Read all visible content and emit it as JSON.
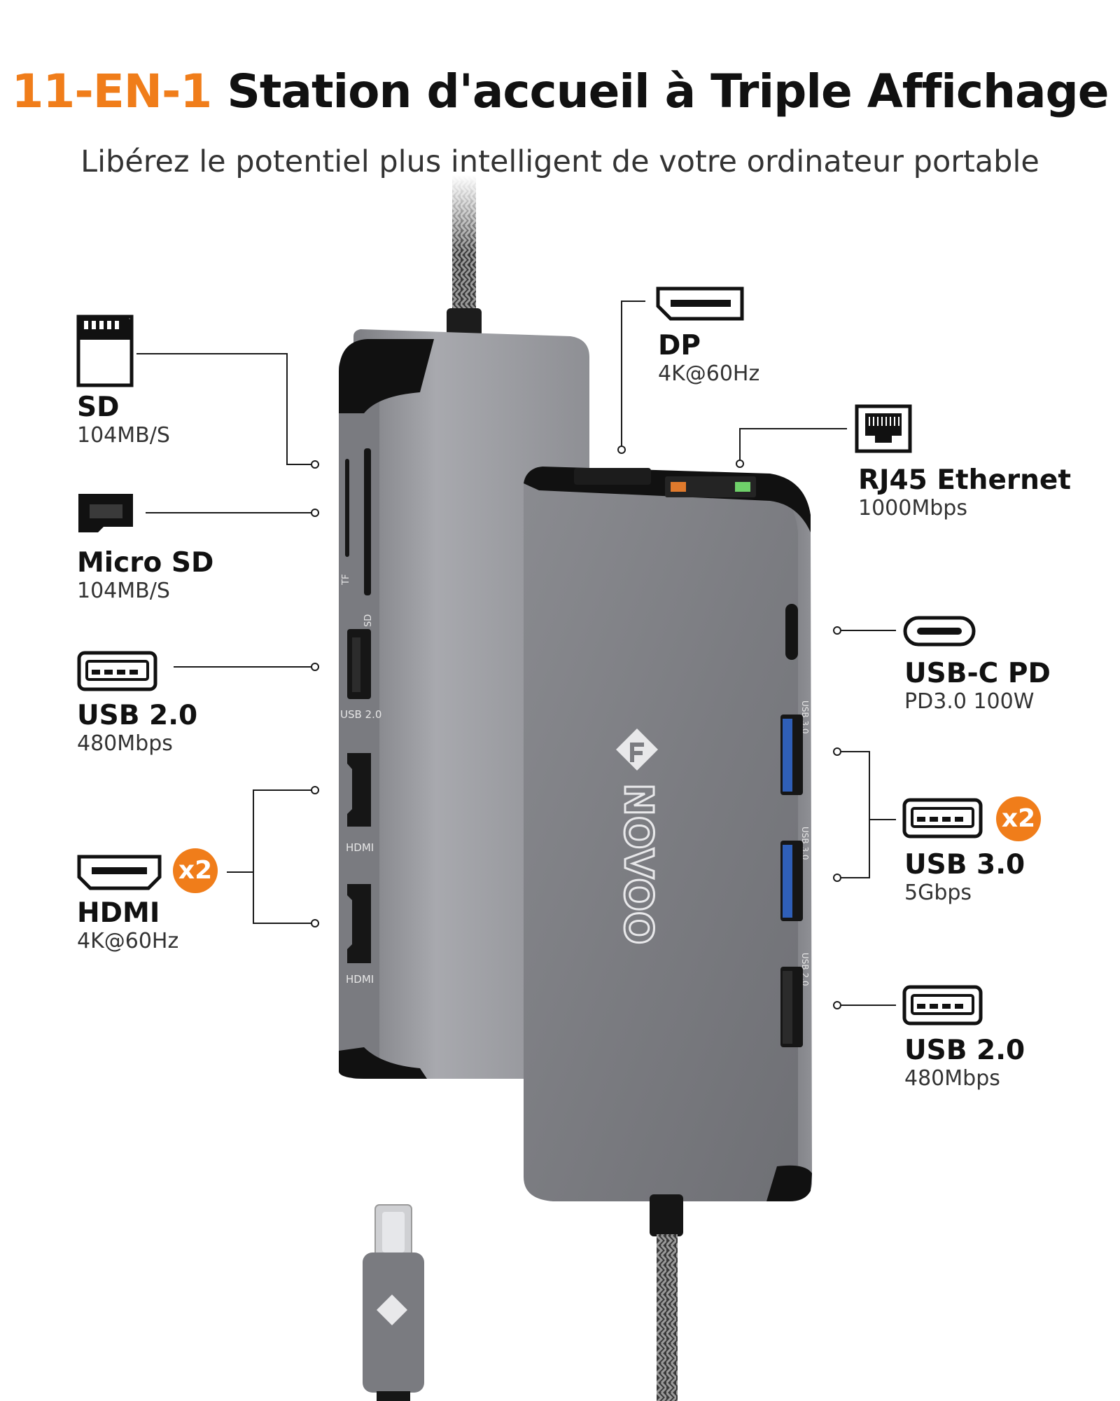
{
  "header": {
    "title_accent": "11-EN-1",
    "title_main": "Station d'accueil à Triple Affichage",
    "subtitle": "Libérez le potentiel plus intelligent de votre ordinateur portable"
  },
  "brand": {
    "name": "NOVOO",
    "accent_color": "#f07d1a"
  },
  "ports": {
    "sd": {
      "name": "SD",
      "spec": "104MB/S",
      "icon": "sd-card-icon"
    },
    "microsd": {
      "name": "Micro SD",
      "spec": "104MB/S",
      "icon": "micro-sd-card-icon"
    },
    "usb2_left": {
      "name": "USB 2.0",
      "spec": "480Mbps",
      "icon": "usb-a-port-icon"
    },
    "hdmi": {
      "name": "HDMI",
      "spec": "4K@60Hz",
      "badge": "x2",
      "icon": "hdmi-port-icon"
    },
    "dp": {
      "name": "DP",
      "spec": "4K@60Hz",
      "icon": "displayport-icon"
    },
    "rj45": {
      "name": "RJ45 Ethernet",
      "spec": "1000Mbps",
      "icon": "ethernet-port-icon"
    },
    "usbc": {
      "name": "USB-C PD",
      "spec": "PD3.0 100W",
      "icon": "usb-c-port-icon"
    },
    "usb3": {
      "name": "USB 3.0",
      "spec": "5Gbps",
      "badge": "x2",
      "icon": "usb-a-port-icon"
    },
    "usb2_right": {
      "name": "USB 2.0",
      "spec": "480Mbps",
      "icon": "usb-a-port-icon"
    }
  },
  "device_labels": {
    "tf": "TF",
    "sd": "SD",
    "usb20": "USB 2.0",
    "hdmi": "HDMI",
    "usb30": "USB 3.0"
  }
}
